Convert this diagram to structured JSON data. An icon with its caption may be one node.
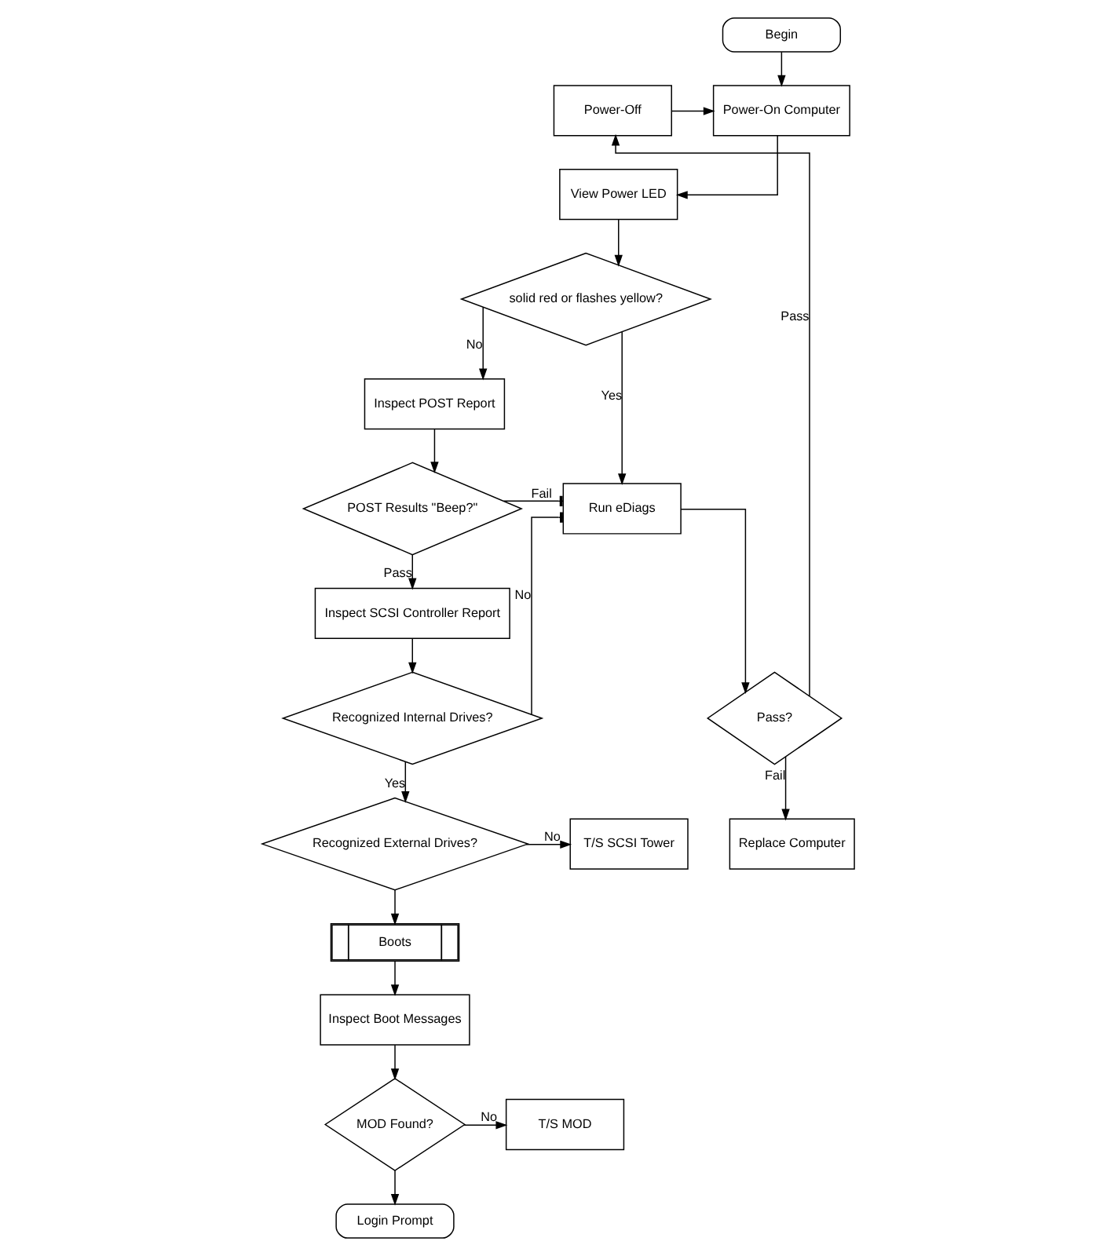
{
  "diagram": {
    "nodes": [
      {
        "text": [
          "Begin"
        ]
      },
      {
        "text": [
          "Power-On Computer"
        ]
      },
      {
        "text": [
          "Power-Off"
        ]
      },
      {
        "text": [
          "View Power LED"
        ]
      },
      {
        "text": [
          "solid red or flashes yellow?"
        ]
      },
      {
        "text": [
          "Inspect POST Report"
        ]
      },
      {
        "text": [
          "POST Results \"Beep?\""
        ]
      },
      {
        "text": [
          "Run eDiags"
        ]
      },
      {
        "text": [
          "Inspect SCSI Controller Report"
        ]
      },
      {
        "text": [
          "Pass?"
        ]
      },
      {
        "text": [
          "Recognized Internal Drives?"
        ]
      },
      {
        "text": [
          "Replace Computer"
        ]
      },
      {
        "text": [
          "Recognized External Drives?"
        ]
      },
      {
        "text": [
          "T/S SCSI Tower"
        ]
      },
      {
        "text": [
          "Boots"
        ]
      },
      {
        "text": [
          "Inspect Boot Messages"
        ]
      },
      {
        "text": [
          "MOD Found?"
        ]
      },
      {
        "text": [
          "T/S MOD"
        ]
      },
      {
        "text": [
          "Login Prompt"
        ]
      }
    ],
    "edges": [
      {
        "from": 0,
        "to": 1,
        "arrow": "to"
      },
      {
        "from": 2,
        "to": 1,
        "arrow": "to"
      },
      {
        "from": 1,
        "to": 3,
        "arrow": "to"
      },
      {
        "from": 3,
        "to": 4,
        "arrow": "to"
      },
      {
        "from": 4,
        "to": 7,
        "arrow": "to",
        "label": "Yes"
      },
      {
        "from": 4,
        "to": 5,
        "arrow": "to",
        "label": "No"
      },
      {
        "from": 5,
        "to": 6,
        "arrow": "to"
      },
      {
        "from": 6,
        "to": 8,
        "arrow": "to",
        "label": "Pass"
      },
      {
        "from": 6,
        "to": 7,
        "arrow": "other",
        "label": "Fail"
      },
      {
        "from": 8,
        "to": 10,
        "arrow": "to"
      },
      {
        "from": 10,
        "to": 7,
        "arrow": "other",
        "label": "No"
      },
      {
        "from": 10,
        "to": 12,
        "arrow": "to",
        "label": "Yes"
      },
      {
        "from": 12,
        "to": 13,
        "arrow": "to",
        "label": "No"
      },
      {
        "from": 12,
        "to": 14,
        "arrow": "to"
      },
      {
        "from": 14,
        "to": 15,
        "arrow": "to"
      },
      {
        "from": 15,
        "to": 16,
        "arrow": "to"
      },
      {
        "from": 16,
        "to": 17,
        "arrow": "to",
        "label": "No"
      },
      {
        "from": 16,
        "to": 18,
        "arrow": "to"
      },
      {
        "from": 7,
        "to": 9,
        "arrow": "to"
      },
      {
        "from": 9,
        "to": 2,
        "arrow": "to",
        "label": "Pass"
      },
      {
        "from": 9,
        "to": 11,
        "arrow": "to",
        "label": "Fail"
      }
    ]
  }
}
